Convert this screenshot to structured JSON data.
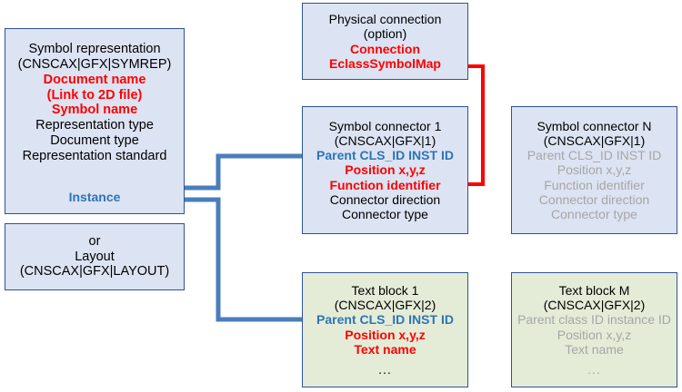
{
  "diagram": {
    "title": "Symbol representation structure",
    "colors": {
      "blue_box_fill": "#dce3f2",
      "green_box_fill": "#e4ecd7",
      "box_border": "#2e5395",
      "red_accent": "#ff0000",
      "blue_accent": "#2e74b5",
      "connector_blue": "#4a7ebb",
      "grey_text": "#a6a6a6"
    },
    "boxes": {
      "symbol_representation": {
        "name": "Symbol representation",
        "lines": [
          {
            "text": "Symbol representation",
            "style": "black"
          },
          {
            "text": "(CNSCAX|GFX|SYMREP)",
            "style": "black"
          },
          {
            "text": "Document name",
            "style": "red"
          },
          {
            "text": "(Link to 2D file)",
            "style": "red-small"
          },
          {
            "text": "Symbol name",
            "style": "red"
          },
          {
            "text": "Representation type",
            "style": "black"
          },
          {
            "text": "Document type",
            "style": "black"
          },
          {
            "text": "Representation standard",
            "style": "black"
          },
          {
            "text": "Instance",
            "style": "blue"
          }
        ]
      },
      "layout": {
        "name": "Layout alternative",
        "lines": [
          {
            "text": "or",
            "style": "black"
          },
          {
            "text": "Layout",
            "style": "black"
          },
          {
            "text": "(CNSCAX|GFX|LAYOUT)",
            "style": "black"
          }
        ]
      },
      "physical_connection": {
        "name": "Physical connection (option)",
        "lines": [
          {
            "text": "Physical connection",
            "style": "black"
          },
          {
            "text": "(option)",
            "style": "black"
          },
          {
            "text": "Connection",
            "style": "red"
          },
          {
            "text": "EclassSymbolMap",
            "style": "red"
          }
        ]
      },
      "symbol_connector_1": {
        "name": "Symbol connector 1",
        "lines": [
          {
            "text": "Symbol connector 1",
            "style": "black"
          },
          {
            "text": "(CNSCAX|GFX|1)",
            "style": "black"
          },
          {
            "text": "Parent CLS_ID INST ID",
            "style": "blue"
          },
          {
            "text": "Position x,y,z",
            "style": "red"
          },
          {
            "text": "Function identifier",
            "style": "red"
          },
          {
            "text": "Connector direction",
            "style": "black"
          },
          {
            "text": "Connector type",
            "style": "black"
          }
        ]
      },
      "symbol_connector_n": {
        "name": "Symbol connector N",
        "lines": [
          {
            "text": "Symbol connector N",
            "style": "black"
          },
          {
            "text": "(CNSCAX|GFX|1)",
            "style": "black"
          },
          {
            "text": "Parent CLS_ID INST ID",
            "style": "grey"
          },
          {
            "text": "Position x,y,z",
            "style": "grey"
          },
          {
            "text": "Function identifier",
            "style": "grey"
          },
          {
            "text": "Connector direction",
            "style": "grey"
          },
          {
            "text": "Connector type",
            "style": "grey"
          }
        ]
      },
      "text_block_1": {
        "name": "Text block 1",
        "lines": [
          {
            "text": "Text block 1",
            "style": "black"
          },
          {
            "text": "(CNSCAX|GFX|2)",
            "style": "black"
          },
          {
            "text": "Parent CLS_ID INST ID",
            "style": "blue"
          },
          {
            "text": "Position x,y,z",
            "style": "red"
          },
          {
            "text": "Text name",
            "style": "red"
          },
          {
            "text": "...",
            "style": "black"
          }
        ]
      },
      "text_block_m": {
        "name": "Text block M",
        "lines": [
          {
            "text": "Text block M",
            "style": "black"
          },
          {
            "text": "(CNSCAX|GFX|2)",
            "style": "black"
          },
          {
            "text": "Parent class ID instance ID",
            "style": "grey"
          },
          {
            "text": "Position x,y,z",
            "style": "grey"
          },
          {
            "text": "Text name",
            "style": "grey"
          },
          {
            "text": "...",
            "style": "grey"
          }
        ]
      }
    },
    "connectors": [
      {
        "name": "connector1-to-instance",
        "color": "#4a7ebb",
        "from": "Symbol connector 1 / Parent CLS_ID INST ID",
        "to": "Symbol representation / Instance"
      },
      {
        "name": "textblock1-to-instance",
        "color": "#4a7ebb",
        "from": "Text block 1 / Parent CLS_ID INST ID",
        "to": "Symbol representation / Instance"
      },
      {
        "name": "functionidentifier-to-eclasssymbolmap",
        "color": "#ff0000",
        "from": "Symbol connector 1 / Function identifier",
        "to": "Physical connection / EclassSymbolMap"
      }
    ]
  }
}
